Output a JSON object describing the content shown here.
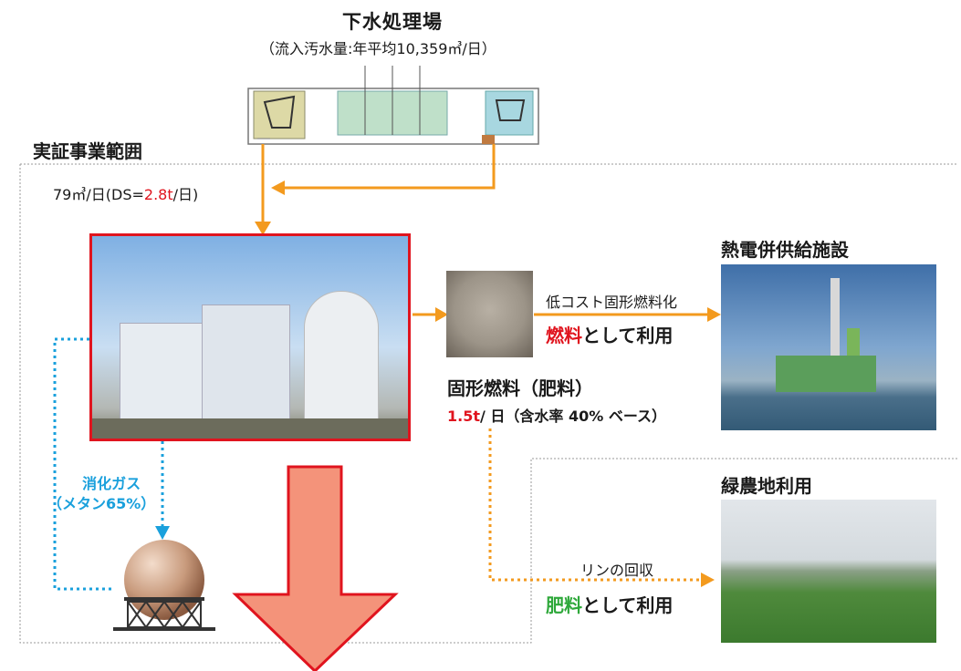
{
  "plant": {
    "title": "下水処理場",
    "inflow": "（流入汚水量:年平均10,359㎥/日）"
  },
  "scope": {
    "label": "実証事業範囲"
  },
  "sludge": {
    "prefix": "79㎥/日(DS=",
    "value": "2.8t",
    "suffix": "/日)"
  },
  "fuel_route": {
    "process": "低コスト固形燃料化",
    "use_highlight": "燃料",
    "use_rest": "として利用"
  },
  "heat_plant": {
    "title": "熱電併供給施設"
  },
  "solid_fuel": {
    "title": "固形燃料（肥料）",
    "amount": "1.5t",
    "amount_rest": "/ 日（含水率 40% ベース）"
  },
  "digestion_gas": {
    "line1": "消化ガス",
    "line2": "（メタン65%）"
  },
  "green_land": {
    "title": "緑農地利用"
  },
  "fertilizer_route": {
    "process": "リンの回収",
    "use_highlight": "肥料",
    "use_rest": "として利用"
  },
  "colors": {
    "orange_arrow": "#f39a1e",
    "blue_dotted": "#1aa0dc",
    "red_frame": "#e0141e",
    "big_arrow_fill": "#f4937a",
    "big_arrow_stroke": "#e0141e",
    "accent_red": "#e0141e",
    "accent_green": "#2ea83a"
  }
}
